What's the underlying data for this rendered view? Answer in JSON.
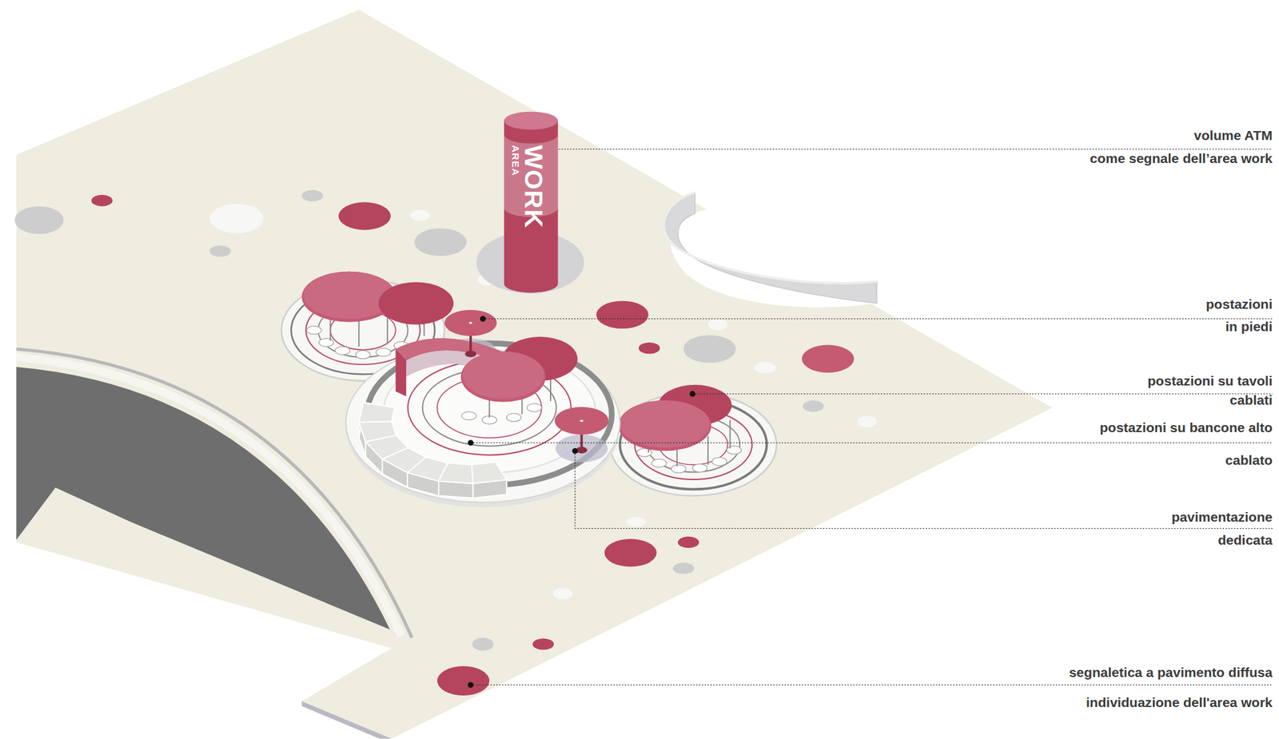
{
  "diagram": {
    "nodes": [
      {
        "text": [
          "WORK",
          "AREA"
        ]
      }
    ],
    "labels": [
      "volume ATM",
      "come segnale dell’area work",
      "postazioni",
      "in piedi",
      "postazioni su tavoli",
      "cablati",
      "postazioni su bancone alto",
      "cablato",
      "pavimentazione",
      "dedicata",
      "segnaletica a pavimento diffusa",
      "individuazione dell'area work"
    ]
  }
}
